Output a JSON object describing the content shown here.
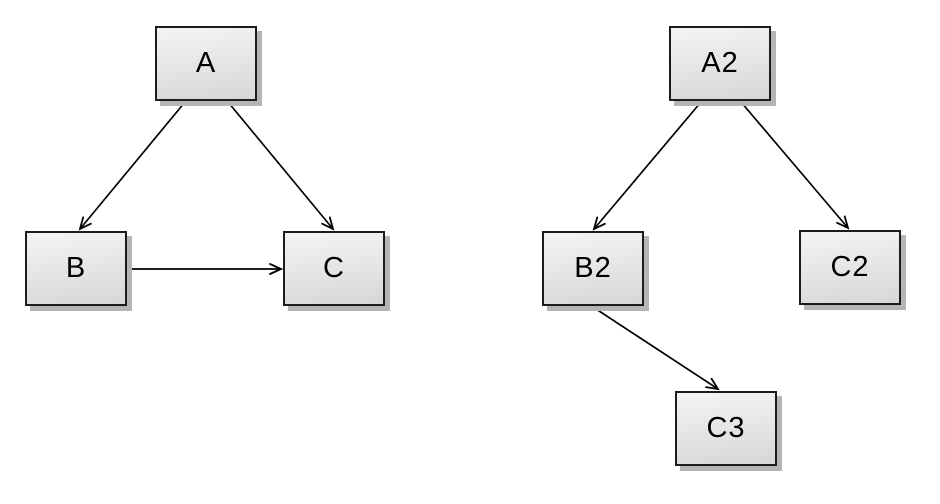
{
  "diagram_left": {
    "nodes": [
      {
        "id": "A",
        "label": "A"
      },
      {
        "id": "B",
        "label": "B"
      },
      {
        "id": "C",
        "label": "C"
      }
    ],
    "edges": [
      {
        "from": "A",
        "to": "B"
      },
      {
        "from": "A",
        "to": "C"
      },
      {
        "from": "B",
        "to": "C"
      }
    ]
  },
  "diagram_right": {
    "nodes": [
      {
        "id": "A2",
        "label": "A2"
      },
      {
        "id": "B2",
        "label": "B2"
      },
      {
        "id": "C2",
        "label": "C2"
      },
      {
        "id": "C3",
        "label": "C3"
      }
    ],
    "edges": [
      {
        "from": "A2",
        "to": "B2"
      },
      {
        "from": "A2",
        "to": "C2"
      },
      {
        "from": "B2",
        "to": "C3"
      }
    ]
  },
  "colors": {
    "background": "#ffffff",
    "node_border": "#1c1c1c",
    "node_fill_top": "#f4f4f4",
    "node_fill_bottom": "#d7d7d7",
    "node_shadow": "#b5b5b5",
    "edge": "#000000",
    "label_text": "#000000"
  }
}
